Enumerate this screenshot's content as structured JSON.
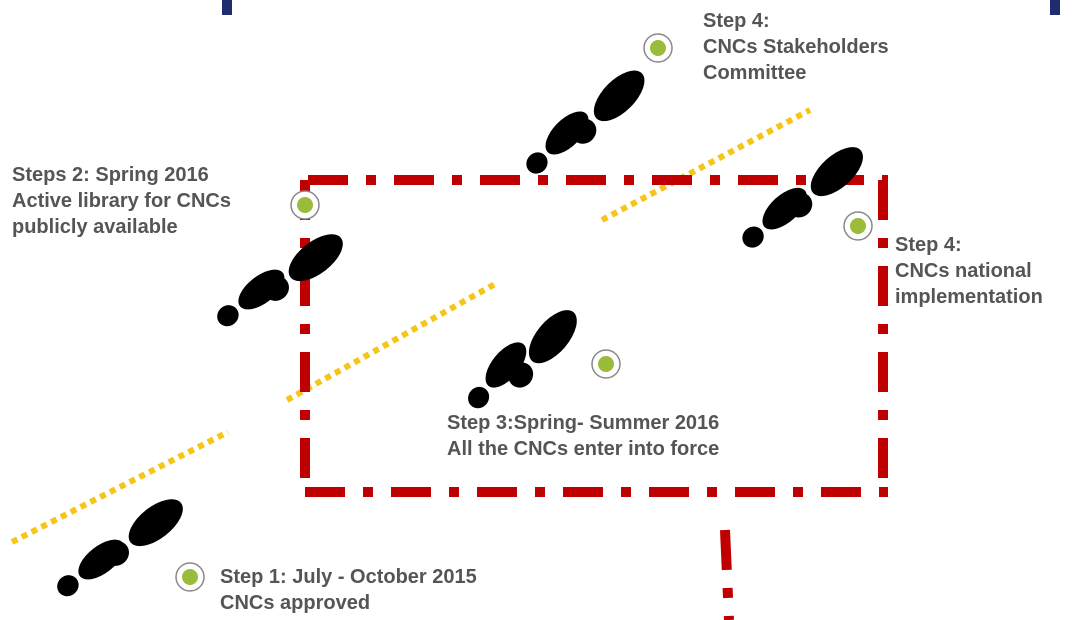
{
  "steps": [
    {
      "title": "Step 1: July - October  2015",
      "detail": "CNCs approved"
    },
    {
      "title": "Steps 2: Spring 2016",
      "detail": "Active library for CNCs",
      "detail2": "publicly available"
    },
    {
      "title": "Step 3:Spring- Summer 2016",
      "detail": "All the CNCs enter  into force"
    },
    {
      "title": "Step 4:",
      "detail": "CNCs national",
      "detail2": "implementation"
    },
    {
      "title": "Step 4:",
      "detail": "CNCs Stakeholders",
      "detail2": "Committee"
    }
  ],
  "colors": {
    "text": "#555555",
    "dashed_frame": "#c00000",
    "dotted_path": "#f5c518",
    "marker_fill": "#9bbb3b",
    "footprint": "#000000",
    "corner_accent": "#1f2d6e"
  },
  "icons": {
    "step_marker": "green-dot-icon",
    "footprint": "shoeprint-icon"
  }
}
